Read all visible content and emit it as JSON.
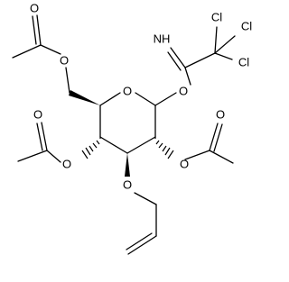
{
  "molecule": {
    "atoms": {
      "ring_oxygen": "O",
      "anomeric_oxygen": "O",
      "c6_oxygen": "O",
      "c6_carbonyl_oxygen": "O",
      "c4_oxygen": "O",
      "c4_carbonyl_oxygen": "O",
      "c2_oxygen": "O",
      "c2_carbonyl_oxygen": "O",
      "c3_oxygen": "O",
      "imine_nh": "NH",
      "chlorine_1": "Cl",
      "chlorine_2": "Cl",
      "chlorine_3": "Cl"
    }
  }
}
